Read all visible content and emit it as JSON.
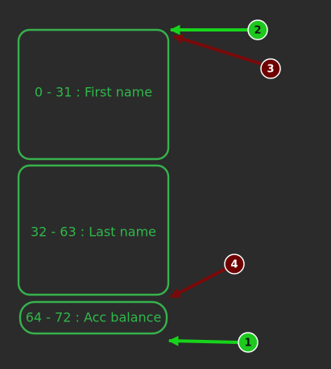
{
  "colors": {
    "background": "#2b2b2b",
    "box_stroke": "#37b24d",
    "label_text": "#2fb84a",
    "green_arrow": "#16d41b",
    "green_badge": "#1ec81f",
    "red_arrow": "#7a0a0a",
    "red_badge": "#6e0000",
    "badge_text": "#111111",
    "badge_text_light": "#ffffff",
    "badge_outline": "#ffffff"
  },
  "fields": [
    {
      "label": "0 - 31 : First name"
    },
    {
      "label": "32 - 63 : Last name"
    },
    {
      "label": "64 - 72 : Acc balance"
    }
  ],
  "markers": [
    {
      "label": "1",
      "color": "green",
      "icon": "arrow-left-icon"
    },
    {
      "label": "2",
      "color": "green",
      "icon": "arrow-left-icon"
    },
    {
      "label": "3",
      "color": "red",
      "icon": "arrow-up-left-icon"
    },
    {
      "label": "4",
      "color": "red",
      "icon": "arrow-down-left-icon"
    }
  ]
}
